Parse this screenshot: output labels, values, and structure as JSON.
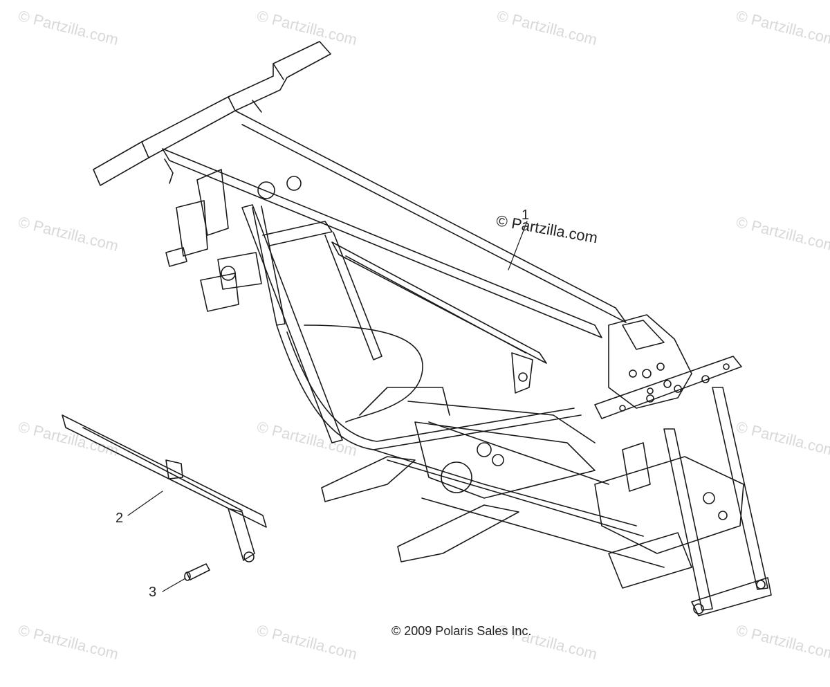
{
  "watermark_text": "© Partzilla.com",
  "brand_label": "© Partzilla.com",
  "copyright": "© 2009 Polaris Sales Inc.",
  "callouts": [
    "1",
    "2",
    "3"
  ],
  "colors": {
    "line": "#1a1a1a",
    "watermark": "#d9d9d9",
    "background": "#ffffff"
  }
}
